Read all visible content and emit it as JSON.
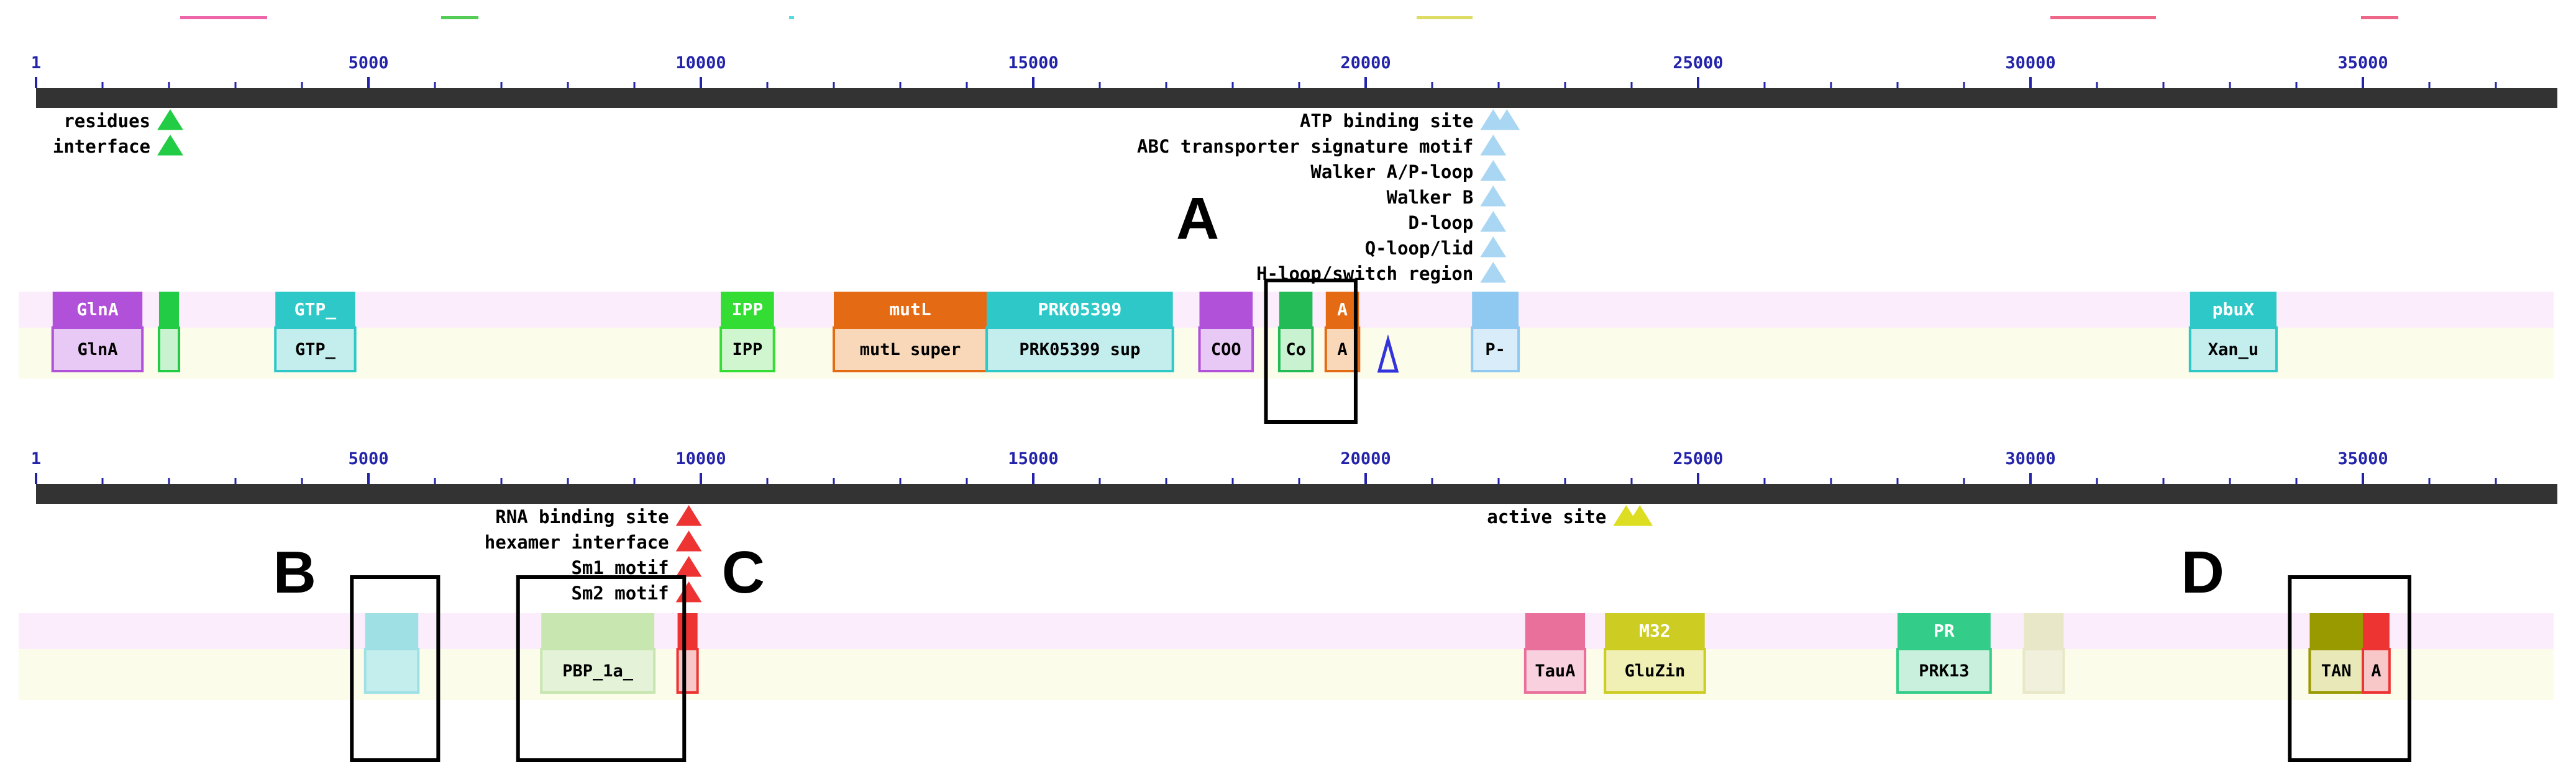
{
  "tracks": [
    {
      "ruler": {
        "start_label": "1",
        "tick_labels": [
          {
            "value": 5000,
            "label": "5000"
          },
          {
            "value": 10000,
            "label": "10000"
          },
          {
            "value": 15000,
            "label": "15000"
          },
          {
            "value": 20000,
            "label": "20000"
          },
          {
            "value": 25000,
            "label": "25000"
          },
          {
            "value": 30000,
            "label": "30000"
          },
          {
            "value": 35000,
            "label": "35000"
          }
        ]
      },
      "site_labels": [
        {
          "text": "residues",
          "pos": 2000,
          "color": "#22cc44"
        },
        {
          "text": "interface",
          "pos": 2000,
          "color": "#22cc44"
        },
        {
          "text": "ATP binding site",
          "pos": 21900,
          "color": "#a9d6f2"
        },
        {
          "text": "ABC transporter signature motif",
          "pos": 21900,
          "color": "#a9d6f2"
        },
        {
          "text": "Walker A/P-loop",
          "pos": 21900,
          "color": "#a9d6f2"
        },
        {
          "text": "Walker B",
          "pos": 21900,
          "color": "#a9d6f2"
        },
        {
          "text": "D-loop",
          "pos": 21900,
          "color": "#a9d6f2"
        },
        {
          "text": "Q-loop/lid",
          "pos": 21900,
          "color": "#a9d6f2"
        },
        {
          "text": "H-loop/switch region",
          "pos": 21900,
          "color": "#a9d6f2"
        }
      ],
      "domains": [
        {
          "top_label": "GlnA",
          "bottom_label": "GlnA",
          "start": 250,
          "end": 1600,
          "color": "#b150d8",
          "light": "#e8c8f4"
        },
        {
          "top_label": "",
          "bottom_label": "",
          "start": 1850,
          "end": 2150,
          "color": "#22cc44",
          "light": "#c8f2d0"
        },
        {
          "top_label": "GTP_",
          "bottom_label": "GTP_",
          "start": 3600,
          "end": 4800,
          "color": "#2ec8c8",
          "light": "#c4eeee"
        },
        {
          "top_label": "IPP",
          "bottom_label": "IPP",
          "start": 10300,
          "end": 11100,
          "color": "#33dd33",
          "light": "#d0f6d0"
        },
        {
          "top_label": "mutL",
          "bottom_label": "mutL super",
          "start": 12000,
          "end": 14300,
          "color": "#e56a14",
          "light": "#f8d8b8"
        },
        {
          "top_label": "PRK05399",
          "bottom_label": "PRK05399 sup",
          "start": 14300,
          "end": 17100,
          "color": "#2ec8c8",
          "light": "#c4eeee"
        },
        {
          "top_label": "",
          "bottom_label": "COO",
          "start": 17500,
          "end": 18300,
          "color": "#b150d8",
          "light": "#e8c8f4"
        },
        {
          "top_label": "",
          "bottom_label": "Co",
          "start": 18700,
          "end": 19200,
          "color": "#22bb55",
          "light": "#c8f2d0"
        },
        {
          "top_label": "A",
          "bottom_label": "A",
          "start": 19400,
          "end": 19900,
          "color": "#e56a14",
          "light": "#f8d8b8"
        },
        {
          "top_label": "",
          "bottom_label": "P-",
          "start": 21600,
          "end": 22300,
          "color": "#8fc8f0",
          "light": "#d8ecfa"
        },
        {
          "top_label": "pbuX",
          "bottom_label": "Xan_u",
          "start": 32400,
          "end": 33700,
          "color": "#2ec8c8",
          "light": "#c4eeee"
        }
      ],
      "annotation": {
        "letter": "A",
        "start": 18500,
        "end": 19850
      }
    },
    {
      "ruler": {
        "start_label": "1",
        "tick_labels": [
          {
            "value": 5000,
            "label": "5000"
          },
          {
            "value": 10000,
            "label": "10000"
          },
          {
            "value": 15000,
            "label": "15000"
          },
          {
            "value": 20000,
            "label": "20000"
          },
          {
            "value": 25000,
            "label": "25000"
          },
          {
            "value": 30000,
            "label": "30000"
          },
          {
            "value": 35000,
            "label": "35000"
          }
        ]
      },
      "site_labels": [
        {
          "text": "RNA binding site",
          "pos": 9800,
          "color": "#ee3333"
        },
        {
          "text": "hexamer interface",
          "pos": 9800,
          "color": "#ee3333"
        },
        {
          "text": "Sm1 motif",
          "pos": 9800,
          "color": "#ee3333"
        },
        {
          "text": "Sm2 motif",
          "pos": 9800,
          "color": "#ee3333"
        },
        {
          "text": "active site",
          "pos": 23900,
          "color": "#dddd22"
        }
      ],
      "domains": [
        {
          "top_label": "",
          "bottom_label": "",
          "start": 4950,
          "end": 5750,
          "color": "#9ee0e4",
          "light": "#c4eeee"
        },
        {
          "top_label": "",
          "bottom_label": "PBP_1a_",
          "start": 7600,
          "end": 9300,
          "color": "#c8e6b0",
          "light": "#e4f2d8"
        },
        {
          "top_label": "",
          "bottom_label": "",
          "start": 9650,
          "end": 9950,
          "color": "#ee3333",
          "light": "#f8c8c8"
        },
        {
          "top_label": "",
          "bottom_label": "TauA",
          "start": 22400,
          "end": 23300,
          "color": "#e8709a",
          "light": "#f8d0de"
        },
        {
          "top_label": "M32",
          "bottom_label": "GluZin",
          "start": 23600,
          "end": 25100,
          "color": "#cccc22",
          "light": "#f0f0b4"
        },
        {
          "top_label": "PR",
          "bottom_label": "PRK13",
          "start": 28000,
          "end": 29400,
          "color": "#33cc88",
          "light": "#c8f0dc"
        },
        {
          "top_label": "",
          "bottom_label": "",
          "start": 29900,
          "end": 30500,
          "color": "#e8e8c8",
          "light": "#f0f0dc"
        },
        {
          "top_label": "",
          "bottom_label": "TAN",
          "start": 34200,
          "end": 35000,
          "color": "#999900",
          "light": "#e8e8b8"
        },
        {
          "top_label": "",
          "bottom_label": "A",
          "start": 35000,
          "end": 35400,
          "color": "#ee3333",
          "light": "#f8c8c8"
        }
      ],
      "annotations": [
        {
          "letter": "B",
          "start": 4750,
          "end": 6050
        },
        {
          "letter": "C",
          "start": 7250,
          "end": 9750
        },
        {
          "letter": "D",
          "start": 33900,
          "end": 35700
        }
      ]
    }
  ],
  "colors": {
    "ruler_bar": "#333333",
    "lane_pink": "#fcedfc",
    "lane_yellow": "#fcfcea",
    "annotation_box": "#000000",
    "text": "#000000"
  }
}
